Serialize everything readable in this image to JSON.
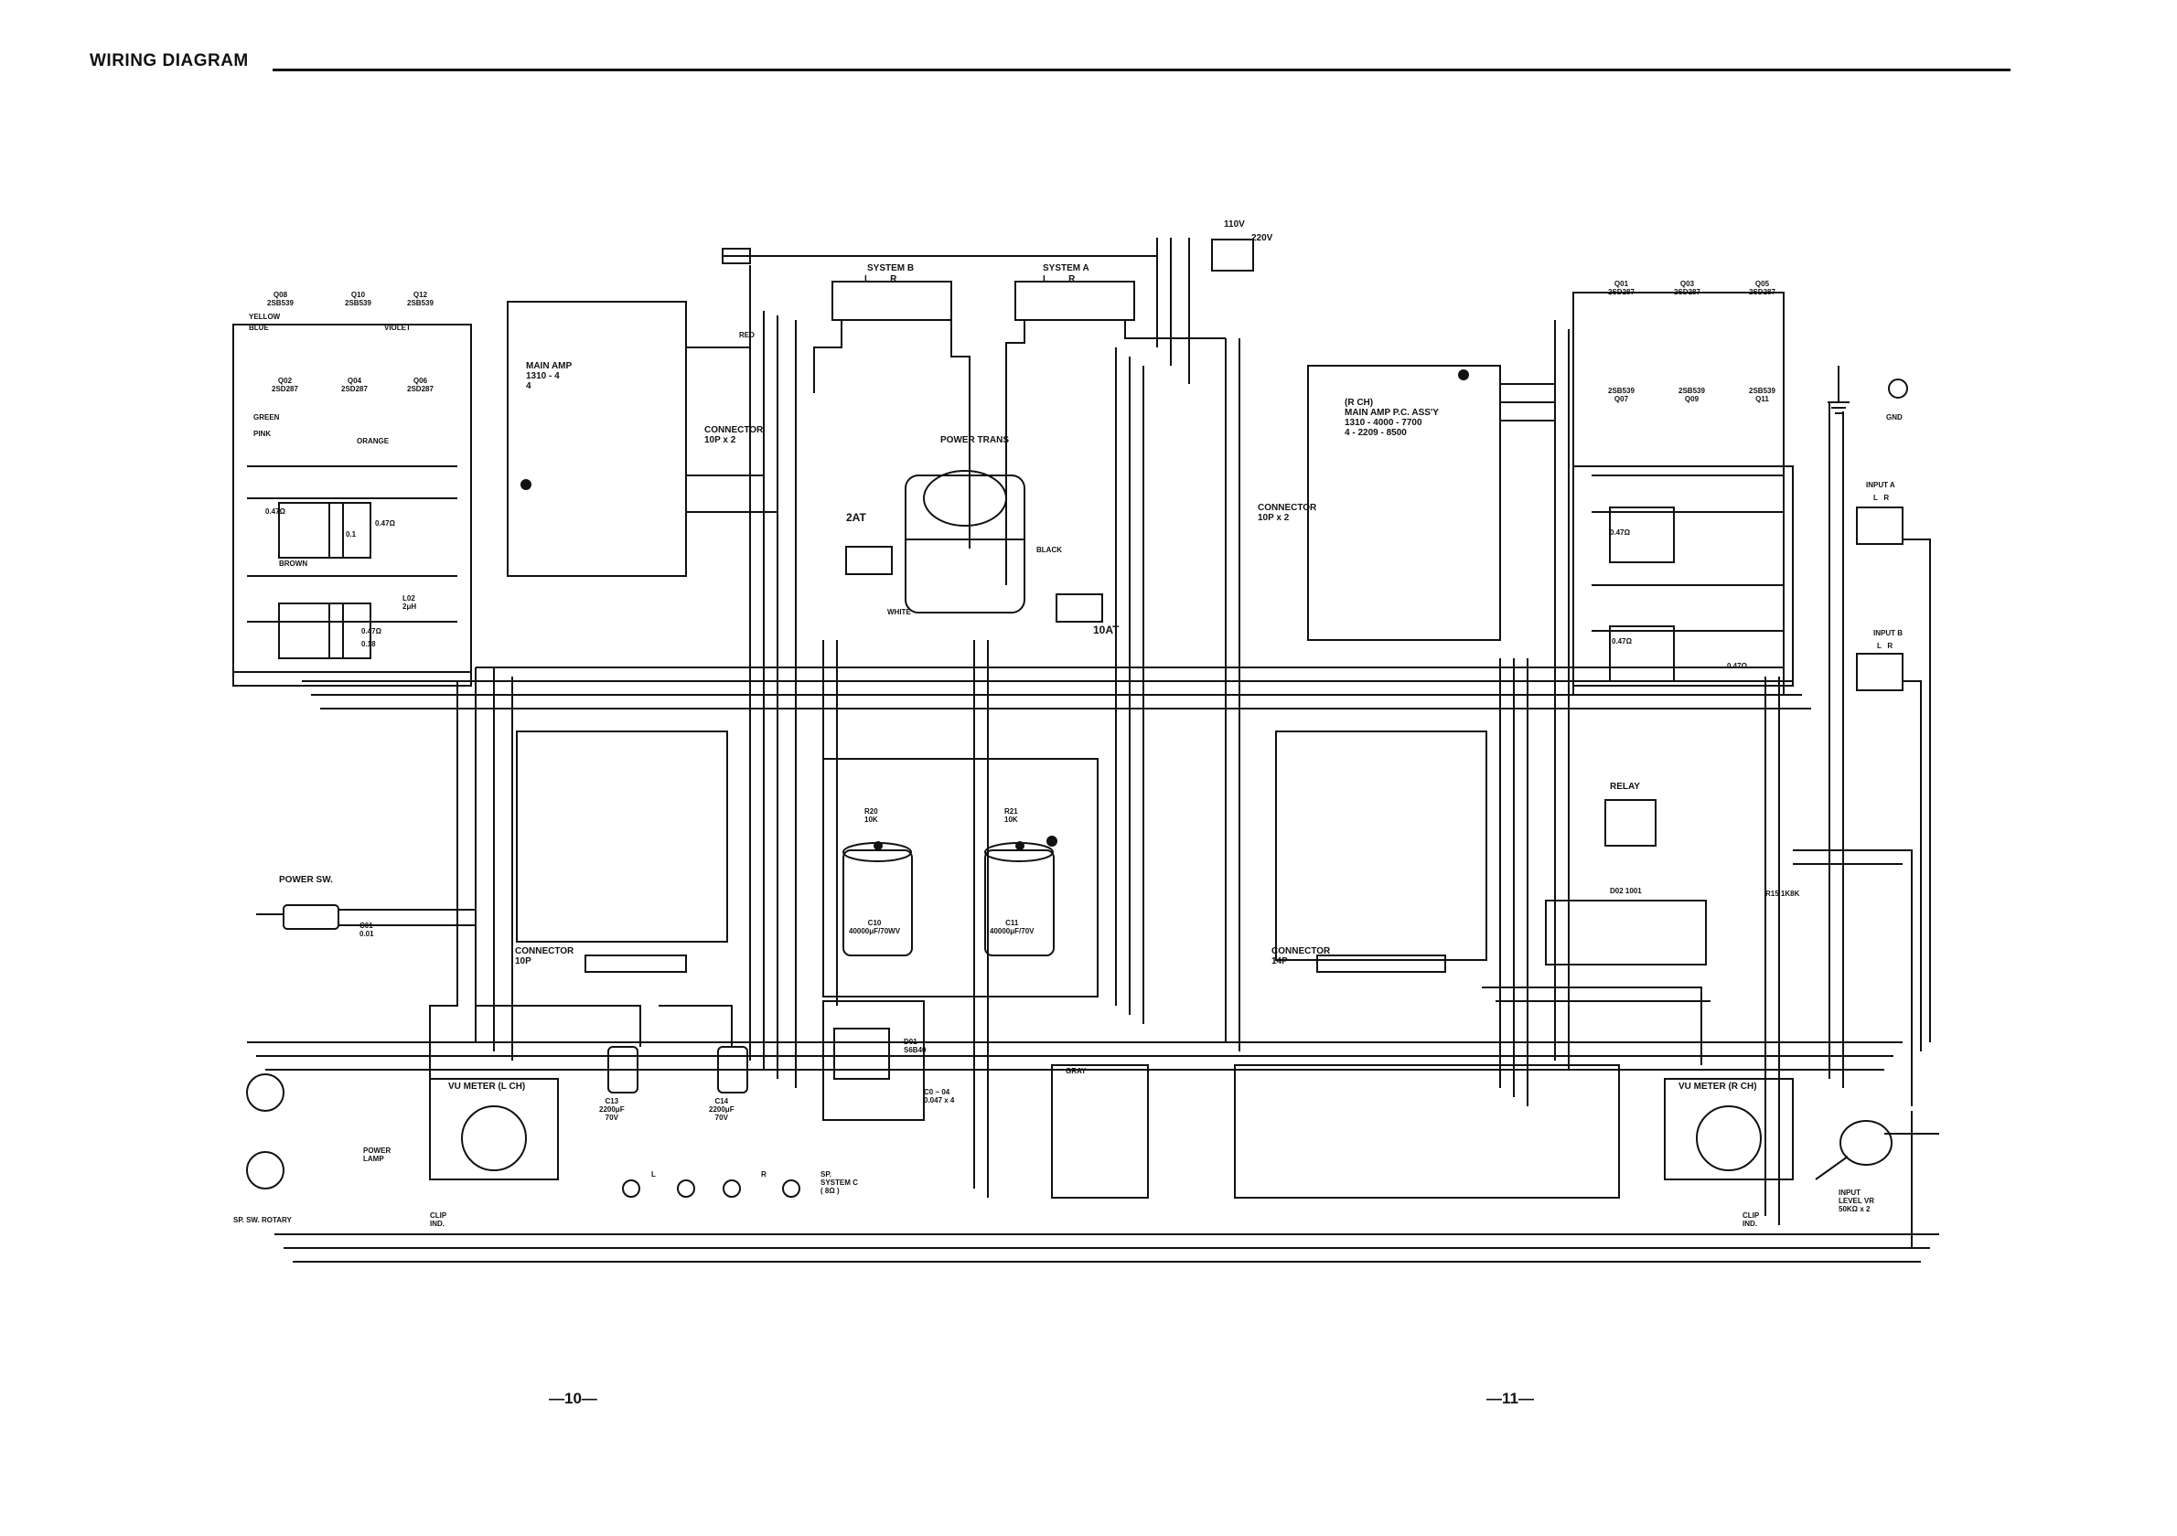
{
  "page": {
    "title": "WIRING DIAGRAM",
    "page_left": "—10—",
    "page_right": "—11—"
  },
  "labels": {
    "ac_voltage_110": "110V",
    "ac_voltage_220": "220V",
    "system_b": "SYSTEM B",
    "system_a": "SYSTEM A",
    "speaker_lr_b": "L        R",
    "speaker_lr_a": "L        R",
    "power_trans": "POWER TRANS",
    "fuse_2at": "2AT",
    "fuse_10at": "10AT",
    "connector_left_top": "CONNECTOR\n10P x 2",
    "connector_right_top": "CONNECTOR\n10P x 2",
    "main_amp_l_text": "MAIN AMP\n1310 - 4\n4",
    "main_amp_r_text": "(R CH)\nMAIN AMP P.C. ASS'Y\n1310 - 4000 - 7700\n4 - 2209 - 8500",
    "gnd": "GND",
    "input_a": "INPUT A",
    "input_a_lr": "L   R",
    "input_b": "INPUT B",
    "input_b_lr": "L   R",
    "relay": "RELAY",
    "power_sw": "POWER SW.",
    "c01": "C01\n0.01",
    "connector_10p": "CONNECTOR\n10P",
    "connector_14p": "CONNECTOR\n14P",
    "r20": "R20\n10K",
    "r21": "R21\n10K",
    "c10": "C10\n40000μF/70WV",
    "c11": "C11\n40000μF/70V",
    "c13": "C13\n2200μF\n70V",
    "c14": "C14\n2200μF\n70V",
    "d01": "D01\nS6B40",
    "cd": "C0 ~ 04\n0.047 x 4",
    "vu_meter_l": "VU METER  (L CH)",
    "vu_meter_r": "VU METER  (R CH)",
    "power_lamp": "POWER\nLAMP",
    "sp_sw_rotary": "SP. SW. ROTARY",
    "clip_ind_l": "CLIP\nIND.",
    "clip_ind_r": "CLIP\nIND.",
    "sp_system_c": "SP.\nSYSTEM C\n( 8Ω )",
    "sp_l": "L",
    "sp_r": "R",
    "input_level_vr": "INPUT\nLEVEL VR\n50KΩ x 2",
    "transistors_left_top": [
      "Q08\n2SB539",
      "Q10\n2SB539",
      "Q12\n2SB539"
    ],
    "transistors_left_mid": [
      "Q02\n2SD287",
      "Q04\n2SD287",
      "Q06\n2SD287"
    ],
    "transistors_right_top": [
      "Q01\n2SD287",
      "Q03\n2SD287",
      "Q05\n2SD287"
    ],
    "transistors_right_mid": [
      "2SB539\nQ07",
      "2SB539\nQ09",
      "2SB539\nQ11"
    ],
    "cap_l_047a": "0.47Ω",
    "cap_l_047b": "0.47Ω",
    "cap_l_01": "0.1",
    "cap_l_047c": "0.47Ω",
    "cap_l_018": "0.18",
    "l02": "L02\n2μH",
    "cap_r_047a": "0.47Ω",
    "cap_r_047b": "0.47Ω",
    "cap_r_047c": "0.47Ω",
    "d02": "D02 1001",
    "r15": "R15  1K8K"
  },
  "wire_colors": {
    "yellow": "YELLOW",
    "blue": "BLUE",
    "violet": "VIOLET",
    "green": "GREEN",
    "pink": "PINK",
    "orange": "ORANGE",
    "brown": "BROWN",
    "red": "RED",
    "black": "BLACK",
    "white": "WHITE",
    "gray": "GRAY"
  },
  "colors": {
    "ink": "#111111",
    "paper": "#ffffff"
  }
}
